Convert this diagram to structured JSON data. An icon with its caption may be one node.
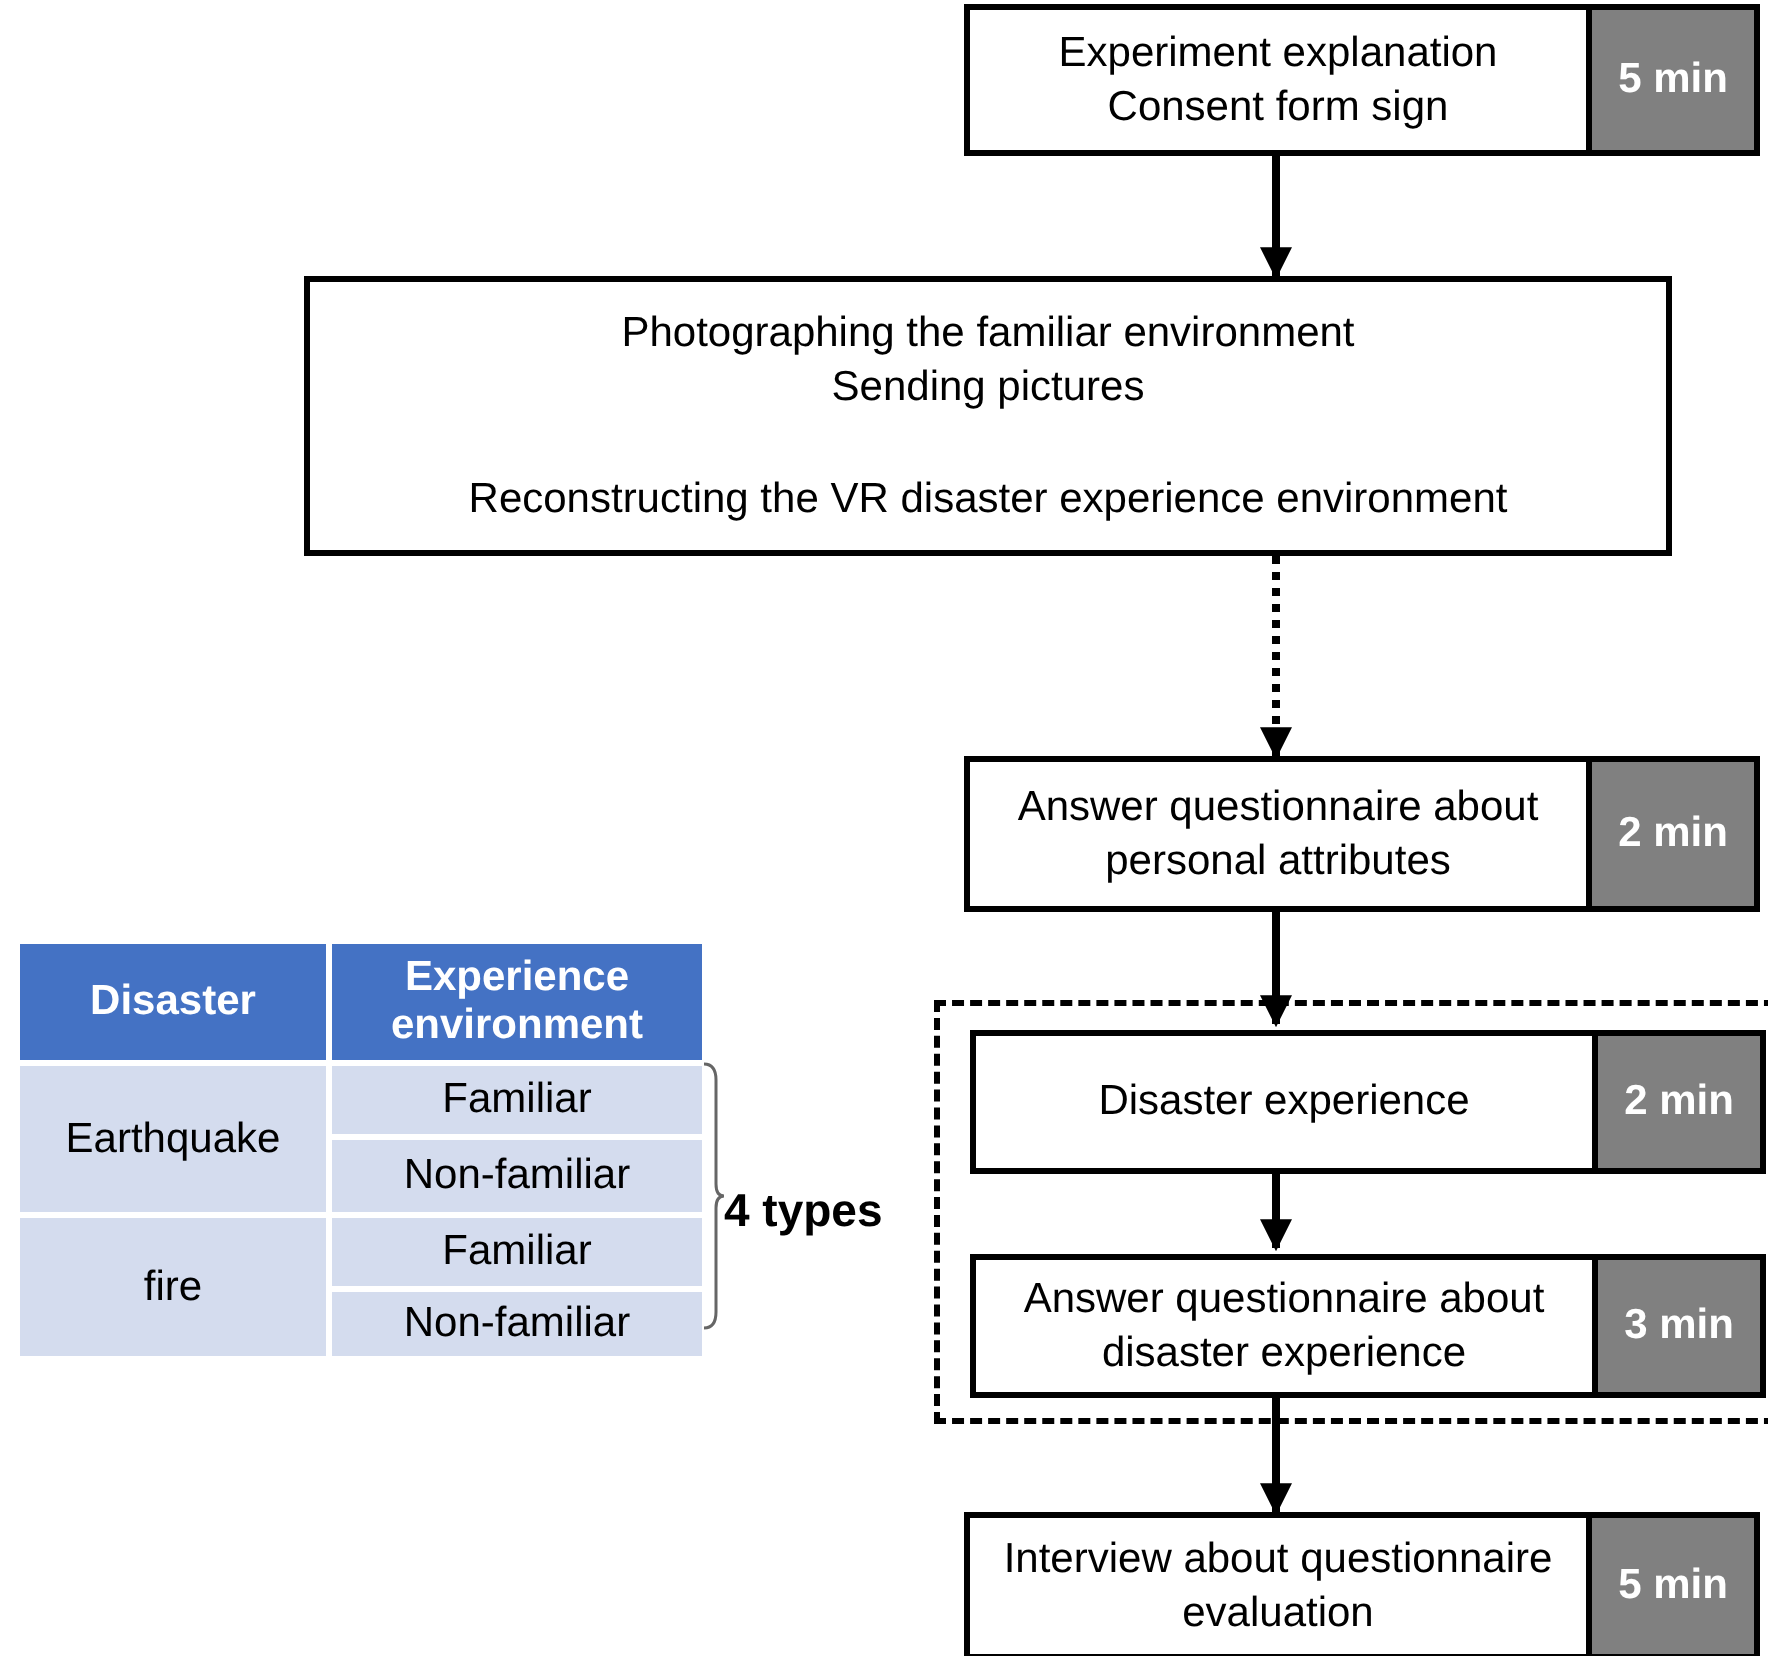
{
  "diagram": {
    "nodes": [
      {
        "text": [
          "Experiment explanation Consent form sign",
          "5 min"
        ]
      },
      {
        "text": [
          "Photographing the familiar environment Sending pictures",
          "Reconstructing the VR disaster experience environment"
        ]
      },
      {
        "text": [
          "Answer questionnaire about personal attributes",
          "2 min"
        ]
      },
      {
        "text": [],
        "shape": "box"
      },
      {
        "text": [
          "Disaster experience",
          "2 min"
        ],
        "in": 3
      },
      {
        "text": [
          "Answer questionnaire about disaster experience",
          "3 min"
        ],
        "in": 3
      },
      {
        "text": [
          "Interview about questionnaire evaluation",
          "5 min"
        ]
      }
    ],
    "edges": [
      {
        "from": 0,
        "to": 1,
        "arrow": "to"
      },
      {
        "from": 1,
        "to": 2,
        "arrow": "to",
        "style": "dashed"
      },
      {
        "from": 2,
        "to": 4,
        "arrow": "to"
      },
      {
        "from": 4,
        "to": 5,
        "arrow": "to"
      },
      {
        "from": 5,
        "to": 6,
        "arrow": "to"
      }
    ],
    "labels": [
      "Disaster",
      "Experience environment",
      "Earthquake",
      "Familiar",
      "Non-familiar",
      "fire",
      "Familiar",
      "Non-familiar",
      "4 types"
    ]
  }
}
